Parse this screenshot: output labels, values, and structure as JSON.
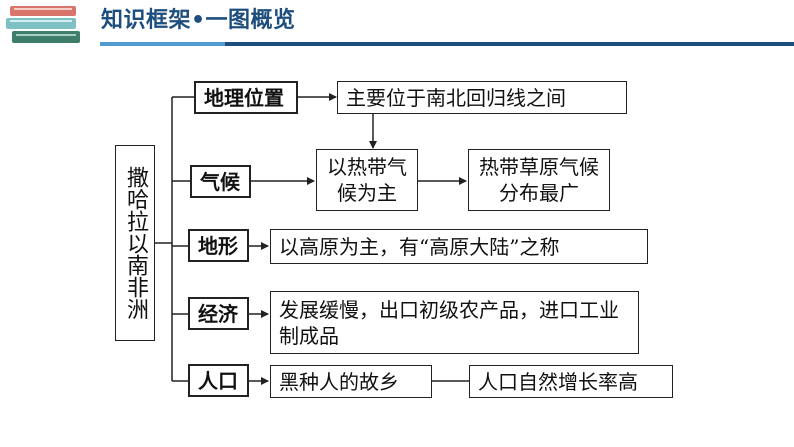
{
  "header": {
    "title": "知识框架•一图概览",
    "books_icon": "stacked-books-icon",
    "colors": {
      "title": "#1d4e7d",
      "accent": "#4f9bd0",
      "book_red": "#d8746b",
      "book_green": "#3f7d6b",
      "book_teal": "#7fc0c4"
    }
  },
  "root": {
    "label": "撒哈拉以南非洲"
  },
  "categories": {
    "location": "地理位置",
    "climate": "气候",
    "terrain": "地形",
    "economy": "经济",
    "population": "人口"
  },
  "details": {
    "location": "主要位于南北回归线之间",
    "climate": "以热带气候为主",
    "climate_result": "热带草原气候分布最广",
    "terrain": "以高原为主，有“高原大陆”之称",
    "economy": "发展缓慢，出口初级农产品，进口工业制成品",
    "population": "黑种人的故乡",
    "population_result": "人口自然增长率高"
  }
}
